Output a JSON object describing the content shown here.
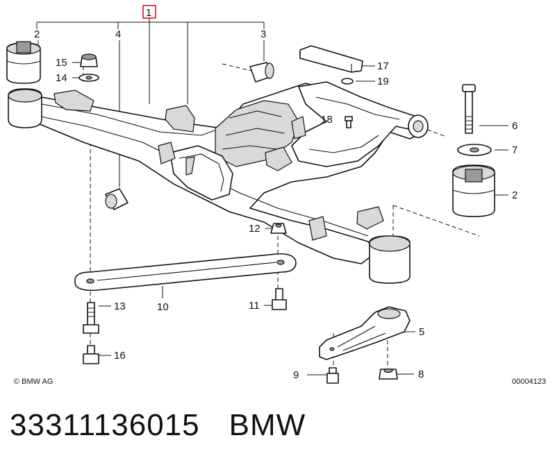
{
  "diagram": {
    "copyright": "© BMW AG",
    "image_code": "00004123",
    "highlighted_callout": "1",
    "accent_color": "#d0021b",
    "callouts": [
      {
        "id": "c1",
        "label": "1"
      },
      {
        "id": "c2a",
        "label": "2"
      },
      {
        "id": "c2b",
        "label": "2"
      },
      {
        "id": "c3",
        "label": "3"
      },
      {
        "id": "c4",
        "label": "4"
      },
      {
        "id": "c5",
        "label": "5"
      },
      {
        "id": "c6",
        "label": "6"
      },
      {
        "id": "c7",
        "label": "7"
      },
      {
        "id": "c8",
        "label": "8"
      },
      {
        "id": "c9",
        "label": "9"
      },
      {
        "id": "c10",
        "label": "10"
      },
      {
        "id": "c11",
        "label": "11"
      },
      {
        "id": "c12",
        "label": "12"
      },
      {
        "id": "c13",
        "label": "13"
      },
      {
        "id": "c14",
        "label": "14"
      },
      {
        "id": "c15",
        "label": "15"
      },
      {
        "id": "c16",
        "label": "16"
      },
      {
        "id": "c17",
        "label": "17"
      },
      {
        "id": "c18",
        "label": "18"
      },
      {
        "id": "c19",
        "label": "19"
      }
    ]
  },
  "caption": {
    "part_number": "33311136015",
    "brand": "BMW"
  }
}
